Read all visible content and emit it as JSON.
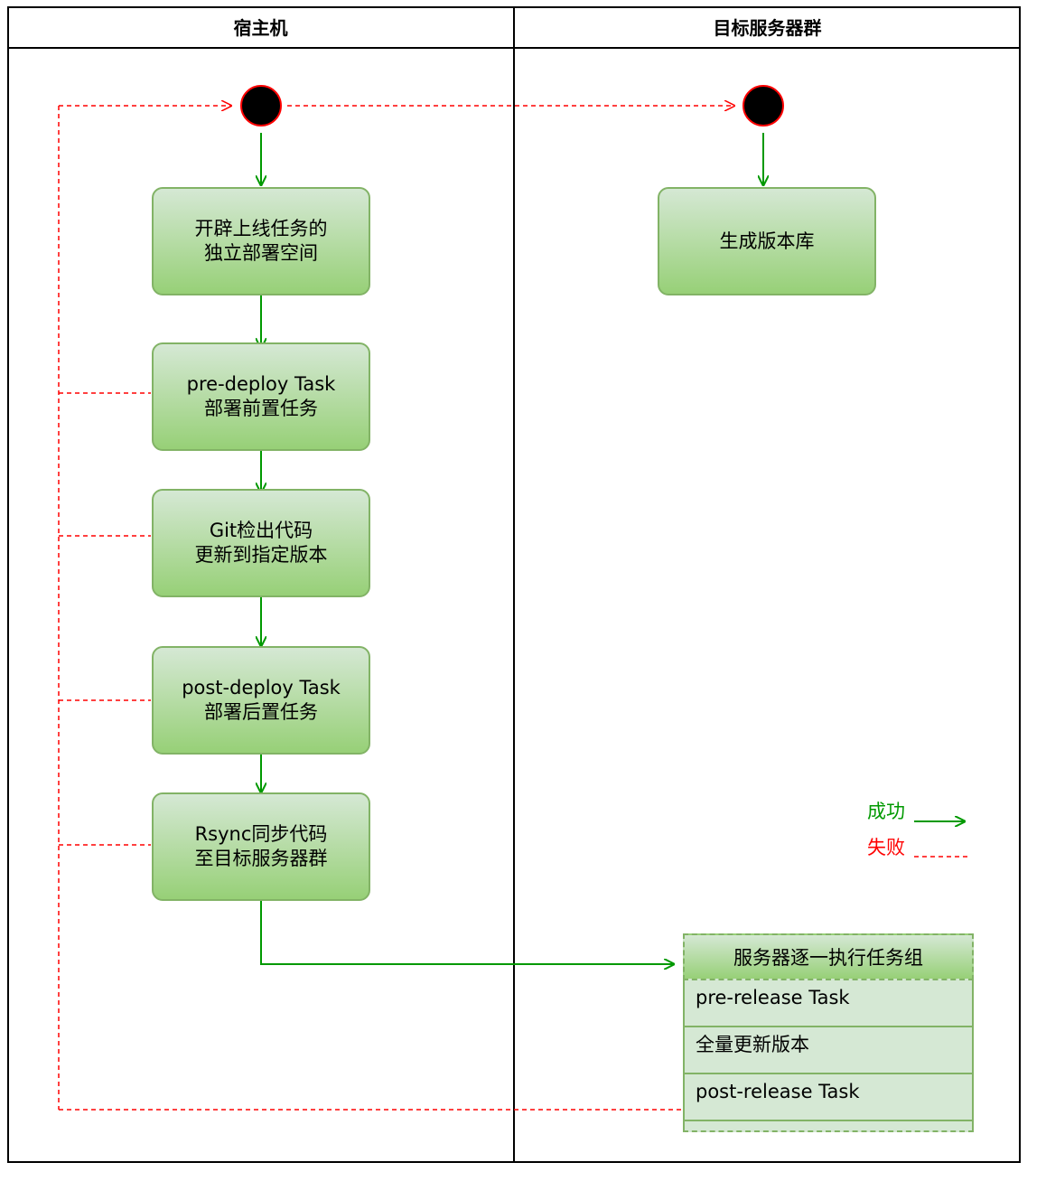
{
  "lanes": {
    "host": {
      "title": "宿主机"
    },
    "targets": {
      "title": "目标服务器群"
    }
  },
  "host_flow": [
    {
      "lines": [
        "开辟上线任务的",
        "独立部署空间"
      ]
    },
    {
      "lines": [
        "pre-deploy Task",
        "部署前置任务"
      ]
    },
    {
      "lines": [
        "Git检出代码",
        "更新到指定版本"
      ]
    },
    {
      "lines": [
        "post-deploy Task",
        "部署后置任务"
      ]
    },
    {
      "lines": [
        "Rsync同步代码",
        "至目标服务器群"
      ]
    }
  ],
  "target_flow": [
    {
      "lines": [
        "生成版本库"
      ]
    }
  ],
  "task_group": {
    "title": "服务器逐一执行任务组",
    "rows": [
      "pre-release Task",
      "全量更新版本",
      "post-release Task"
    ]
  },
  "legend": {
    "success_label": "成功",
    "failure_label": "失败"
  },
  "colors": {
    "success": "#009900",
    "failure": "#ff0000",
    "node_fill_top": "#d5e8d4",
    "node_fill_bottom": "#97d077",
    "node_border": "#82b366",
    "start_fill": "#000000"
  }
}
